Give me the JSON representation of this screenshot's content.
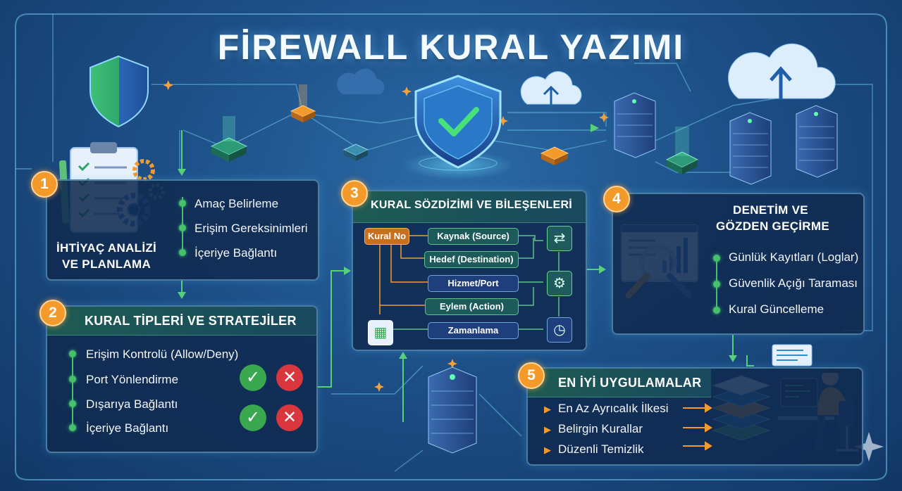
{
  "title": "FİREWALL KURAL YAZIMI",
  "steps": [
    {
      "num": "1",
      "title_line1": "İHTİYAÇ ANALİZİ",
      "title_line2": "VE PLANLAMA",
      "items": [
        "Amaç Belirleme",
        "Erişim Gereksinimleri",
        "İçeriye Bağlantı"
      ]
    },
    {
      "num": "2",
      "title": "KURAL TİPLERİ VE STRATEJİLER",
      "items": [
        "Erişim Kontrolü (Allow/Deny)",
        "Port Yönlendirme",
        "Dışarıya Bağlantı",
        "İçeriye Bağlantı"
      ]
    },
    {
      "num": "3",
      "title": "KURAL SÖZDİZİMİ VE BİLEŞENLERİ",
      "rule_no": "Kural No",
      "fields": [
        "Kaynak (Source)",
        "Hedef (Destination)",
        "Hizmet/Port",
        "Eylem (Action)",
        "Zamanlama"
      ]
    },
    {
      "num": "4",
      "title_line1": "DENETİM VE",
      "title_line2": "GÖZDEN GEÇİRME",
      "items": [
        "Günlük Kayıtları (Loglar)",
        "Güvenlik Açığı Taraması",
        "Kural Güncelleme"
      ]
    },
    {
      "num": "5",
      "title": "EN İYİ UYGULAMALAR",
      "items": [
        "En Az Ayrıcalık İlkesi",
        "Belirgin Kurallar",
        "Düzenli Temizlik"
      ]
    }
  ],
  "icons": {
    "check": "✓",
    "cross": "✕",
    "gear": "⚙",
    "swap": "⇄",
    "clock": "◷",
    "calendar": "▦"
  },
  "colors": {
    "accent_orange": "#f39a2b",
    "accent_green": "#46c06a",
    "deny_red": "#d9363e",
    "background": "#1d4f87"
  }
}
